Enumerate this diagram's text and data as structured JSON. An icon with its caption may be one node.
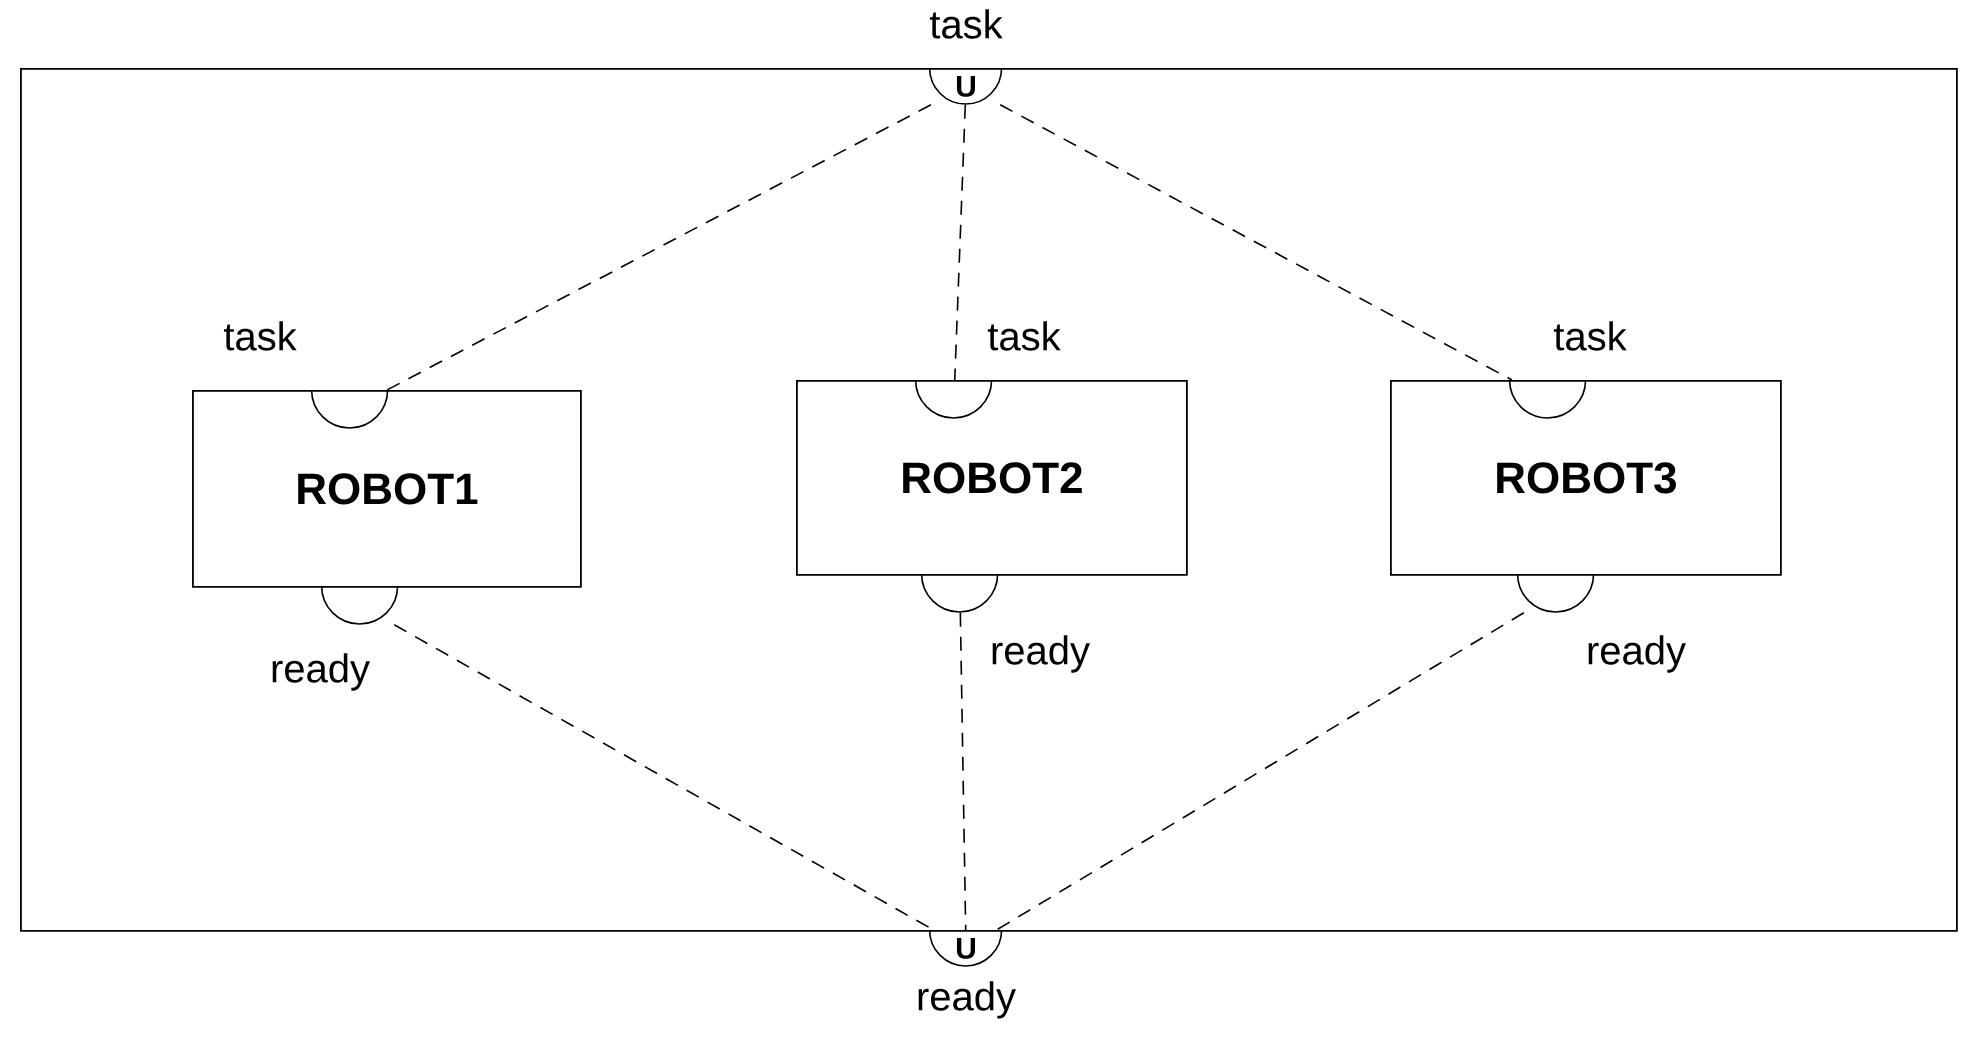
{
  "diagram": {
    "nodes": [
      {
        "text": [],
        "shape": "box"
      },
      {
        "text": [
          "U"
        ],
        "beside": [
          "task"
        ],
        "in": 0
      },
      {
        "text": [
          "ROBOT1"
        ],
        "in": 0
      },
      {
        "text": [],
        "shape": "semicircle",
        "in": 2,
        "beside": [
          "task"
        ]
      },
      {
        "text": [],
        "shape": "semicircle",
        "in": 0,
        "beside": [
          "ready"
        ]
      },
      {
        "text": [
          "ROBOT2"
        ],
        "in": 0
      },
      {
        "text": [],
        "shape": "semicircle",
        "in": 5,
        "beside": [
          "task"
        ]
      },
      {
        "text": [],
        "shape": "semicircle",
        "in": 0,
        "beside": [
          "ready"
        ]
      },
      {
        "text": [
          "ROBOT3"
        ],
        "in": 0
      },
      {
        "text": [],
        "shape": "semicircle",
        "in": 8,
        "beside": [
          "task"
        ]
      },
      {
        "text": [],
        "shape": "semicircle",
        "in": 0,
        "beside": [
          "ready"
        ]
      },
      {
        "text": [
          "U"
        ],
        "beside": [
          "ready"
        ]
      }
    ],
    "edges": [
      {
        "from": 1,
        "to": 3,
        "arrow": "none",
        "style": "dashed"
      },
      {
        "from": 1,
        "to": 6,
        "arrow": "none",
        "style": "dashed"
      },
      {
        "from": 1,
        "to": 9,
        "arrow": "none",
        "style": "dashed"
      },
      {
        "from": 4,
        "to": 11,
        "arrow": "none",
        "style": "dashed"
      },
      {
        "from": 7,
        "to": 11,
        "arrow": "none",
        "style": "dashed"
      },
      {
        "from": 10,
        "to": 11,
        "arrow": "none",
        "style": "dashed"
      }
    ]
  }
}
